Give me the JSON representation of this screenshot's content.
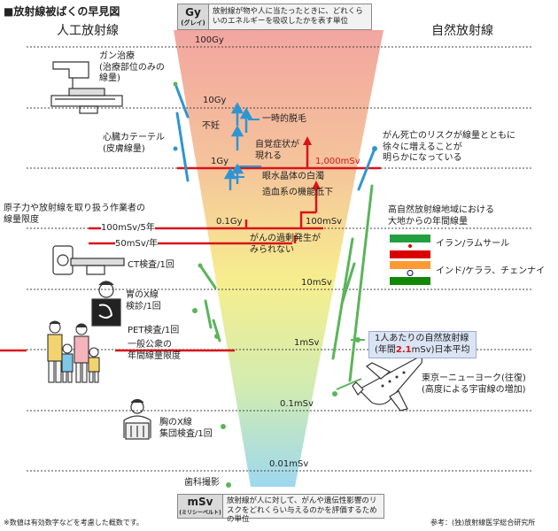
{
  "title": "■放射線被ばくの早見図",
  "headers": {
    "artificial": "人工放射線",
    "natural": "自然放射線"
  },
  "gy_box": {
    "unit": "Gy",
    "unit_sub": "(グレイ)",
    "text": "放射線が物や人に当たったときに、どれくらいのエネルギーを吸収したかを表す単位"
  },
  "msv_box": {
    "unit": "mSv",
    "unit_sub": "(ミリシーベルト)",
    "text": "放射線が人に対して、がんや遺伝性影響のリスクをどれくらい与えるのかを評価するための単位"
  },
  "scale_labels": {
    "gy100": "100Gy",
    "gy10": "10Gy",
    "gy1": "1Gy",
    "gy01": "0.1Gy",
    "msv10": "10mSv",
    "msv1": "1mSv",
    "msv01": "0.1mSv",
    "msv001": "0.01mSv",
    "sv1000": "1,000mSv",
    "sv100": "100mSv"
  },
  "left_items": {
    "cancer_therapy": "ガン治療\n(治療部位のみの\n線量)",
    "catheter": "心臓カテーテル\n(皮膚線量)",
    "worker_limit": "原子力や放射線を取り扱う作業者の\n線量限度",
    "worker_5yr": "100mSv/5年",
    "worker_yr": "50mSv/年",
    "ct": "CT検査/1回",
    "stomach_xray": "胃のX線\n検診/1回",
    "pet": "PET検査/1回",
    "public_limit": "一般公衆の\n年間線量限度",
    "chest_xray": "胸のX線\n集団検査/1回",
    "dental": "歯科撮影"
  },
  "center_items": {
    "sterility": "不妊",
    "hair_loss": "一時的脱毛",
    "symptoms": "自覚症状が\n現れる",
    "cataract": "眼水晶体の白濁",
    "blood": "造血系の機能低下",
    "cancer_increase": "がんの過剰発生が\nみられない"
  },
  "right_items": {
    "cancer_risk": "がん死亡のリスクが線量とともに\n徐々に増えることが\n明らかになっている",
    "high_bg": "高自然放射線地域における\n大地からの年間線量",
    "iran": "イラン/ラムサール",
    "india": "インド/ケララ、チェンナイ",
    "per_person_1": "1人あたりの自然放射線",
    "per_person_2a": "(年間",
    "per_person_num": "2.1",
    "per_person_2b": "mSv)日本平均",
    "flight": "東京ーニューヨーク(往復)\n(高度による宇宙線の増加)"
  },
  "footnote": "※数値は有効数字などを考慮した概数です。",
  "source": "参考：(独)放射線医学総合研究所",
  "colors": {
    "accent_red": "#d7141b",
    "line_green": "#5bb45a",
    "line_blue": "#2e95d3",
    "funnel_top": "#f2a8a0",
    "funnel_mid": "#f5f08a",
    "funnel_bottom": "#9ed6ef"
  }
}
